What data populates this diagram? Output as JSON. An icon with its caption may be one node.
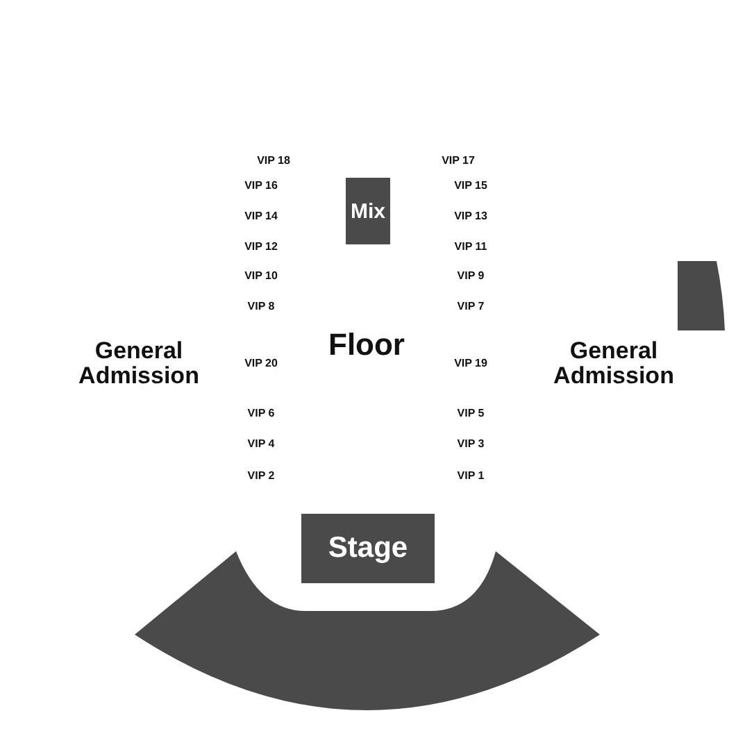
{
  "diagram": {
    "nodes": [
      {
        "text": [
          "Mix"
        ]
      },
      {
        "text": [],
        "shape": "box"
      },
      {
        "text": [
          "Stage"
        ]
      },
      {
        "text": [],
        "shape": "band"
      }
    ],
    "edges": [],
    "labels": [
      "VIP 18",
      "VIP 17",
      "VIP 16",
      "VIP 15",
      "VIP 14",
      "VIP 13",
      "VIP 12",
      "VIP 11",
      "VIP 10",
      "VIP 9",
      "VIP 8",
      "VIP 7",
      "General Admission",
      "Floor",
      "General Admission",
      "VIP 20",
      "VIP 19",
      "VIP 6",
      "VIP 5",
      "VIP 4",
      "VIP 3",
      "VIP 2",
      "VIP 1"
    ]
  }
}
